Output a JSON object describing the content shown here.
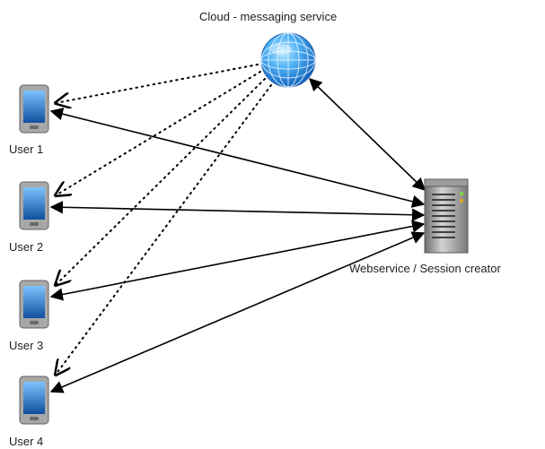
{
  "nodes": {
    "cloud": {
      "label": "Cloud - messaging service",
      "icon": "globe-icon"
    },
    "server": {
      "label": "Webservice / Session creator",
      "icon": "server-icon"
    },
    "users": [
      {
        "label": "User 1",
        "icon": "smartphone-icon"
      },
      {
        "label": "User 2",
        "icon": "smartphone-icon"
      },
      {
        "label": "User 3",
        "icon": "smartphone-icon"
      },
      {
        "label": "User 4",
        "icon": "smartphone-icon"
      }
    ]
  },
  "edges": [
    {
      "from": "cloud",
      "to": "User 1",
      "style": "dotted",
      "arrow": "open-end"
    },
    {
      "from": "cloud",
      "to": "User 2",
      "style": "dotted",
      "arrow": "open-end"
    },
    {
      "from": "cloud",
      "to": "User 3",
      "style": "dotted",
      "arrow": "open-end"
    },
    {
      "from": "cloud",
      "to": "User 4",
      "style": "dotted",
      "arrow": "open-end"
    },
    {
      "from": "cloud",
      "to": "server",
      "style": "solid",
      "arrow": "both"
    },
    {
      "from": "User 1",
      "to": "server",
      "style": "solid",
      "arrow": "both"
    },
    {
      "from": "User 2",
      "to": "server",
      "style": "solid",
      "arrow": "both"
    },
    {
      "from": "User 3",
      "to": "server",
      "style": "solid",
      "arrow": "both"
    },
    {
      "from": "User 4",
      "to": "server",
      "style": "solid",
      "arrow": "both"
    }
  ],
  "colors": {
    "line": "#000000",
    "globe_dark": "#1565c0",
    "globe_light": "#7fd0ff",
    "server_body": "#8a8a8a",
    "server_light": "#c8c8c8",
    "phone_body": "#9a9a9a",
    "phone_screen": "#2a7fd1"
  }
}
